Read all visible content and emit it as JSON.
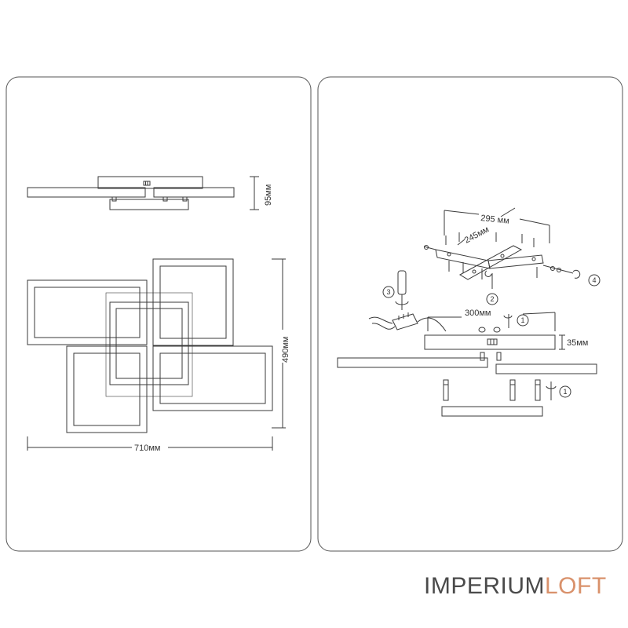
{
  "dimensions": {
    "height_side": "95мм",
    "height_front": "490мм",
    "width_front": "710мм",
    "bracket_span": "295 мм",
    "bracket_inner": "245мм",
    "plate_length": "300мм",
    "plate_height": "35мм"
  },
  "steps": {
    "s1": "1",
    "s2": "2",
    "s3": "3",
    "s4": "4"
  },
  "brand": {
    "part1": "IMPERIUM",
    "part2": "LOFT",
    "colors": {
      "part1": "#4a4a4a",
      "part2": "#d9916b"
    }
  },
  "line_color": "#3a3a3a"
}
